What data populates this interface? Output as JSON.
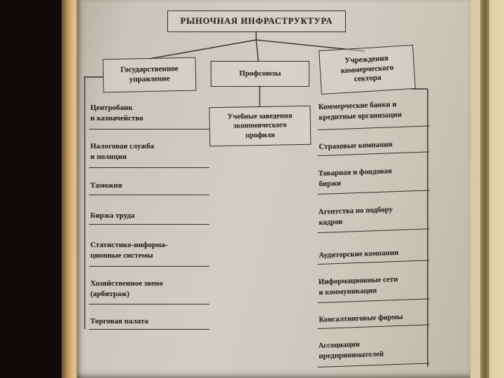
{
  "colors": {
    "paper": "#d1cec4",
    "ink": "#2d2822",
    "page_edge_tan": "#e2c590",
    "spine_shadow": "#6d6044"
  },
  "diagram": {
    "title": "РЫНОЧНАЯ ИНФРАСТРУКТУРА",
    "branches": {
      "government": "Государственное\nуправление",
      "unions": "Профсоюзы",
      "commercial": "Учреждения\nкоммерческого\nсектора",
      "education": "Учебные заведения\nэкономического\nпрофиля"
    },
    "left_items": [
      "Центробанк\nи казначейство",
      "Налоговая служба\nи полиция",
      "Таможня",
      "Биржа труда",
      "Статистико-информа-\nционные системы",
      "Хозяйственное звено\n(арбитраж)",
      "Торговая палата"
    ],
    "right_items": [
      "Коммерческие банки и\nкредитные организации",
      "Страховые компании",
      "Товарная и фондовая\nбиржи",
      "Агентства по подбору\nкадров",
      "Аудиторские компании",
      "Информационные сети\nи коммуникации",
      "Консалтинговые фирмы",
      "Ассоциации\nпредпринимателей"
    ]
  }
}
